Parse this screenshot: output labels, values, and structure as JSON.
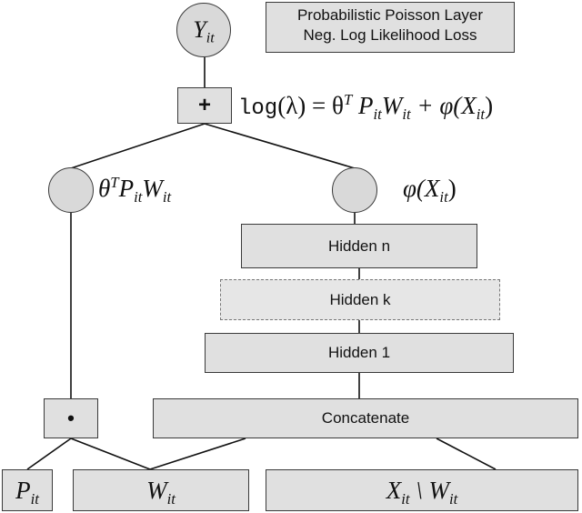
{
  "output": {
    "node_symbol": "Y",
    "node_subscript": "it",
    "legend_line1": "Probabilistic Poisson Layer",
    "legend_line2": "Neg. Log Likelihood Loss"
  },
  "sum_op": {
    "symbol": "+",
    "equation_log": "log",
    "equation_lambda": "(λ) = θ",
    "equation_T": "T",
    "equation_P": " P",
    "equation_it1": "it",
    "equation_W": "W",
    "equation_it2": "it",
    "equation_plus": " + φ(X",
    "equation_it3": "it",
    "equation_close": ")"
  },
  "linear_node": {
    "theta": "θ",
    "sup": "T",
    "P": "P",
    "P_sub": "it",
    "W": "W",
    "W_sub": "it"
  },
  "nn_node": {
    "phi": "φ(X",
    "sub": "it",
    "close": ")"
  },
  "layers": {
    "hidden_n": "Hidden n",
    "hidden_k": "Hidden k",
    "hidden_1": "Hidden 1",
    "concatenate": "Concatenate"
  },
  "product_op": {
    "symbol": "•"
  },
  "inputs": {
    "P": "P",
    "P_sub": "it",
    "W": "W",
    "W_sub": "it",
    "X": "X",
    "X_sub": "it",
    "setminus": " \\ W",
    "setminus_sub": "it"
  }
}
